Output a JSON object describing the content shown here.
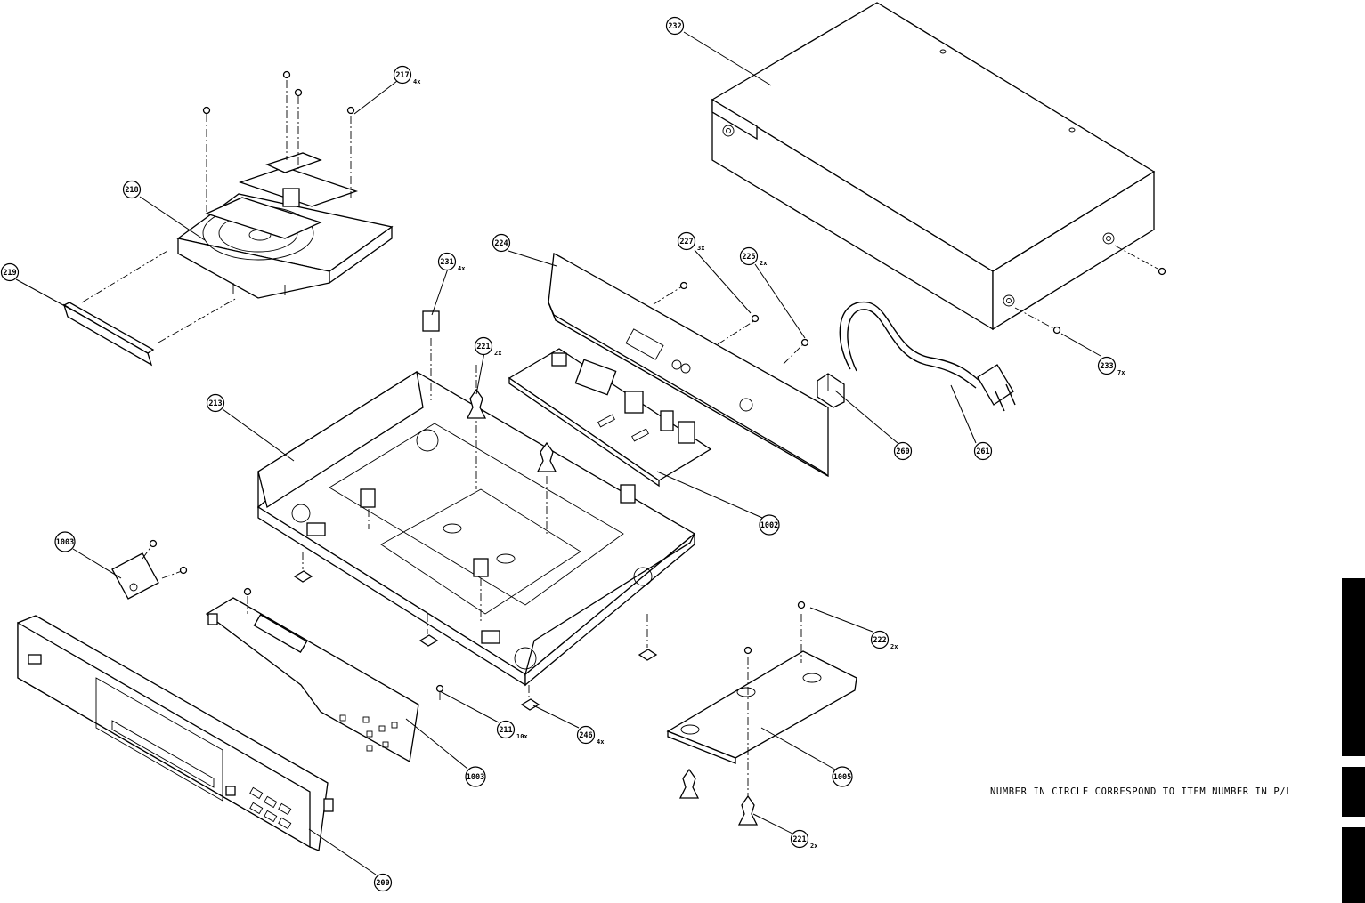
{
  "callouts": [
    {
      "id": "c232",
      "number": "232",
      "qty": ""
    },
    {
      "id": "c217",
      "number": "217",
      "qty": "4x"
    },
    {
      "id": "c218",
      "number": "218",
      "qty": ""
    },
    {
      "id": "c219",
      "number": "219",
      "qty": ""
    },
    {
      "id": "c224",
      "number": "224",
      "qty": ""
    },
    {
      "id": "c227",
      "number": "227",
      "qty": "3x"
    },
    {
      "id": "c225",
      "number": "225",
      "qty": "2x"
    },
    {
      "id": "c231",
      "number": "231",
      "qty": "4x"
    },
    {
      "id": "c221a",
      "number": "221",
      "qty": "2x"
    },
    {
      "id": "c213",
      "number": "213",
      "qty": ""
    },
    {
      "id": "c233",
      "number": "233",
      "qty": "7x"
    },
    {
      "id": "c260",
      "number": "260",
      "qty": ""
    },
    {
      "id": "c261",
      "number": "261",
      "qty": ""
    },
    {
      "id": "c1002",
      "number": "1002",
      "qty": ""
    },
    {
      "id": "c1003a",
      "number": "1003",
      "qty": ""
    },
    {
      "id": "c222",
      "number": "222",
      "qty": "2x"
    },
    {
      "id": "c211",
      "number": "211",
      "qty": "10x"
    },
    {
      "id": "c246",
      "number": "246",
      "qty": "4x"
    },
    {
      "id": "c1003b",
      "number": "1003",
      "qty": ""
    },
    {
      "id": "c1005",
      "number": "1005",
      "qty": ""
    },
    {
      "id": "c221b",
      "number": "221",
      "qty": "2x"
    },
    {
      "id": "c200",
      "number": "200",
      "qty": ""
    }
  ],
  "note": "NUMBER IN CIRCLE CORRESPOND TO ITEM NUMBER IN P/L",
  "colors": {
    "line": "#000000",
    "background": "#ffffff",
    "tab": "#000000"
  }
}
